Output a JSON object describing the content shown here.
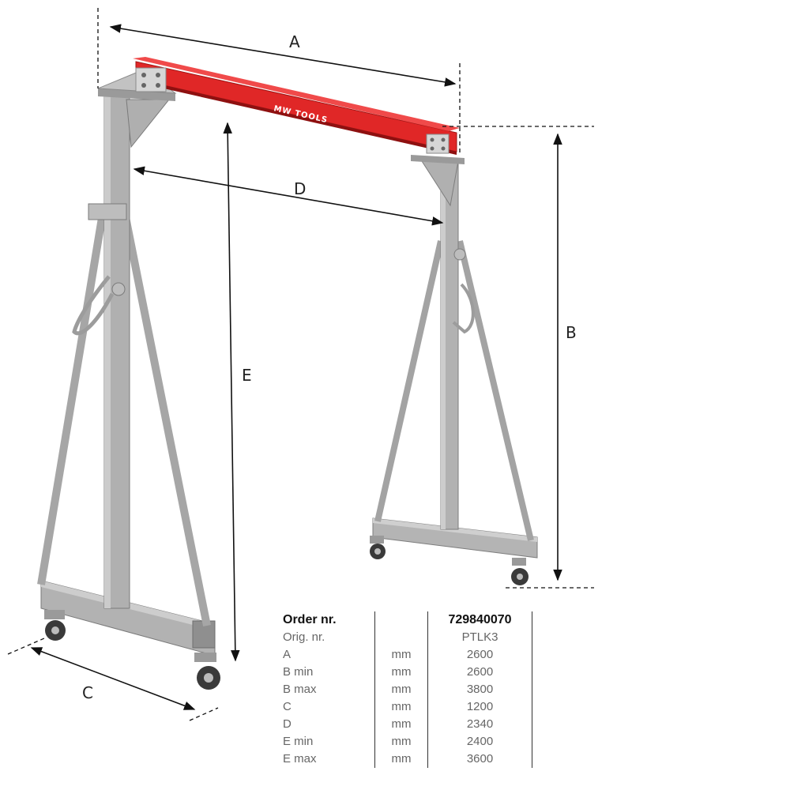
{
  "dimensions": {
    "a": "A",
    "b": "B",
    "c": "C",
    "d": "D",
    "e": "E"
  },
  "beam": {
    "brand": "MW TOOLS",
    "color": "#e02727"
  },
  "frame_color": "#a9a9a9",
  "spec_table": {
    "header": {
      "label": "Order nr.",
      "unit": "",
      "value": "729840070"
    },
    "rows": [
      {
        "label": "Orig. nr.",
        "unit": "",
        "value": "PTLK3"
      },
      {
        "label": "A",
        "unit": "mm",
        "value": "2600"
      },
      {
        "label": "B min",
        "unit": "mm",
        "value": "2600"
      },
      {
        "label": "B max",
        "unit": "mm",
        "value": "3800"
      },
      {
        "label": "C",
        "unit": "mm",
        "value": "1200"
      },
      {
        "label": "D",
        "unit": "mm",
        "value": "2340"
      },
      {
        "label": "E min",
        "unit": "mm",
        "value": "2400"
      },
      {
        "label": "E max",
        "unit": "mm",
        "value": "3600"
      }
    ]
  }
}
